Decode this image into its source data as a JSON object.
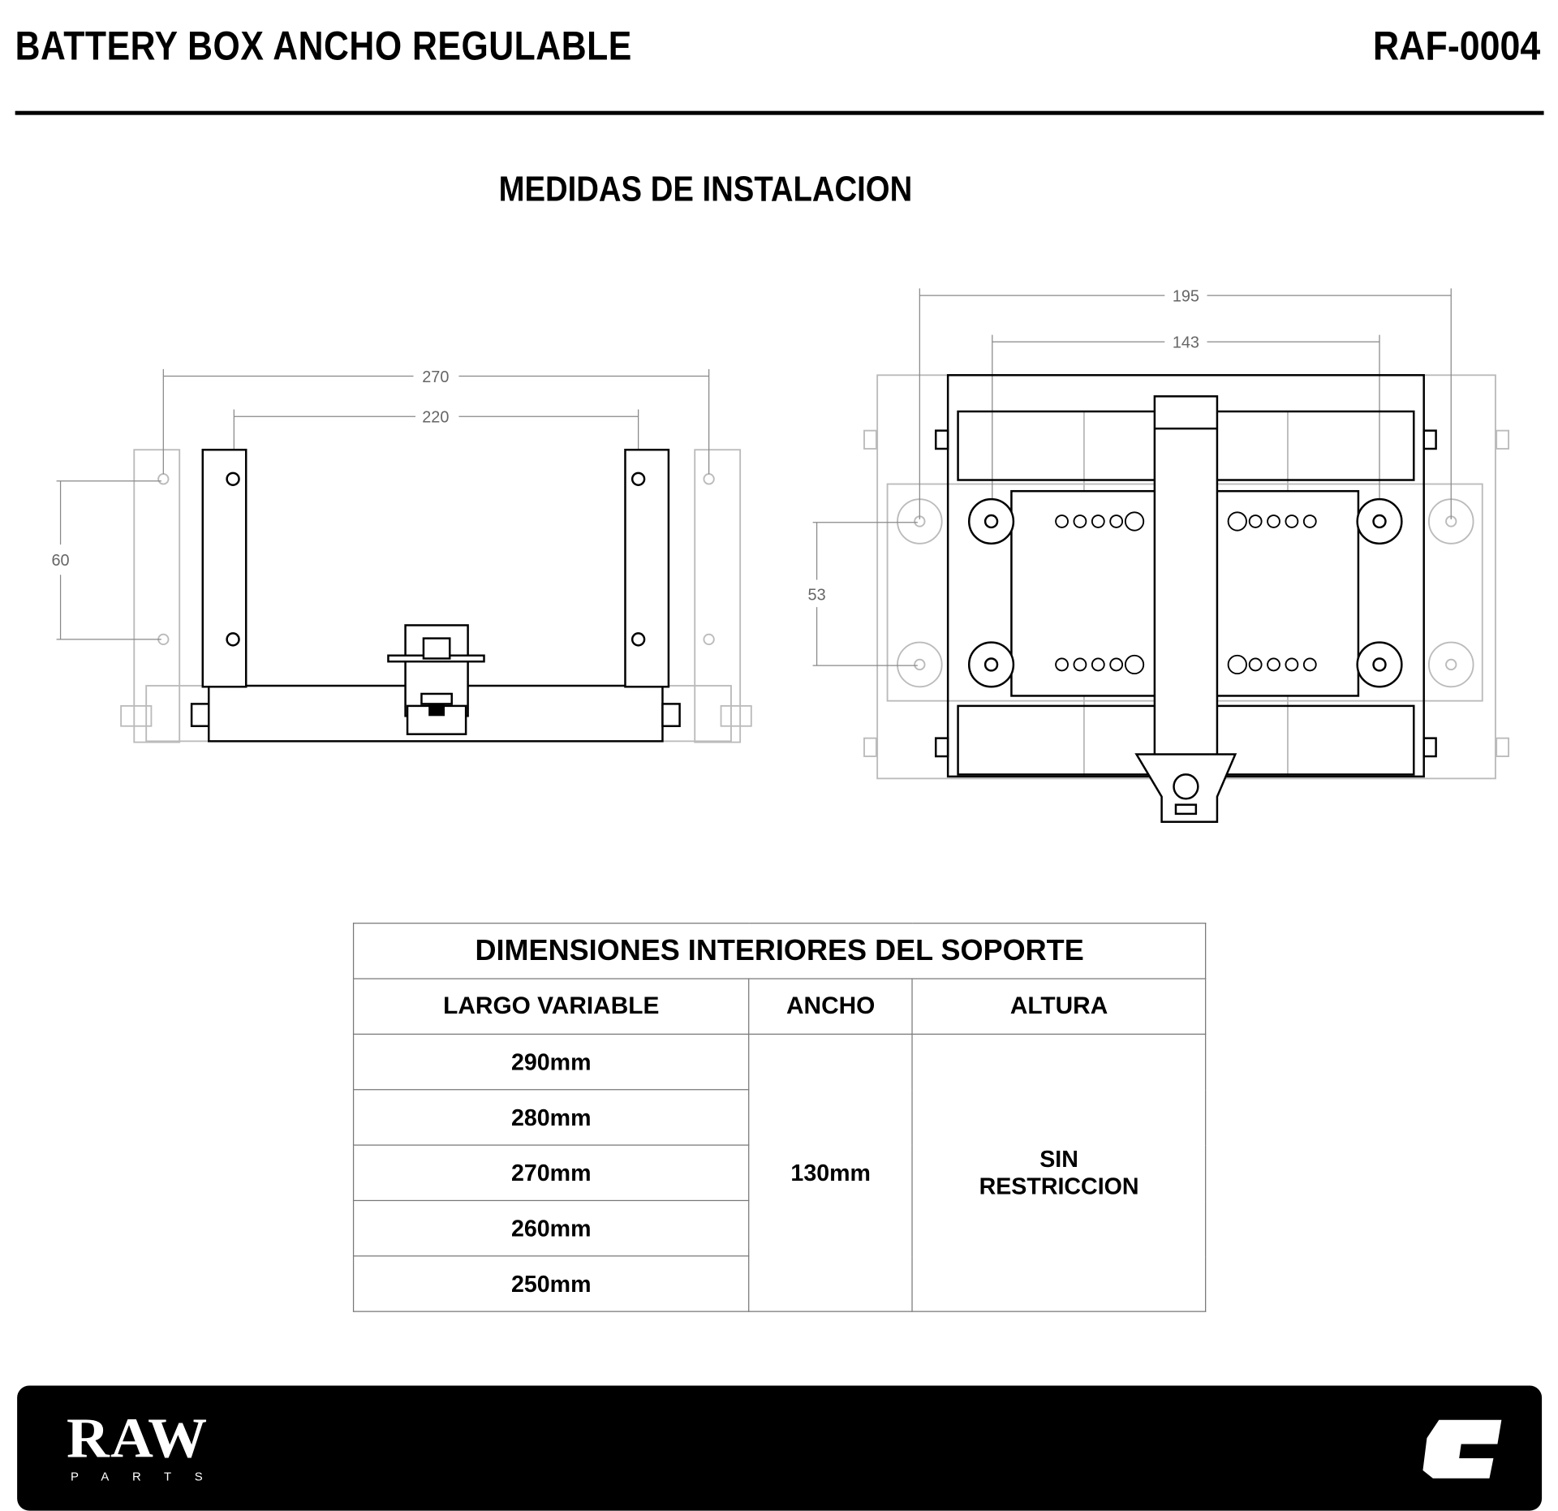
{
  "header": {
    "title": "BATTERY BOX ANCHO REGULABLE",
    "code": "RAF-0004"
  },
  "section_title": "MEDIDAS DE INSTALACION",
  "front_view": {
    "dim_outer": "270",
    "dim_inner": "220",
    "dim_vertical": "60"
  },
  "top_view": {
    "dim_outer": "195",
    "dim_inner": "143",
    "dim_vertical": "53"
  },
  "table": {
    "title": "DIMENSIONES INTERIORES DEL SOPORTE",
    "headers": [
      "LARGO VARIABLE",
      "ANCHO",
      "ALTURA"
    ],
    "largo": [
      "290mm",
      "280mm",
      "270mm",
      "260mm",
      "250mm"
    ],
    "ancho": "130mm",
    "altura_line1": "SIN",
    "altura_line2": "RESTRICCION"
  },
  "footer": {
    "brand": "RAW",
    "brand_sub": "PARTS",
    "logo_icon": "c-logo-icon"
  }
}
